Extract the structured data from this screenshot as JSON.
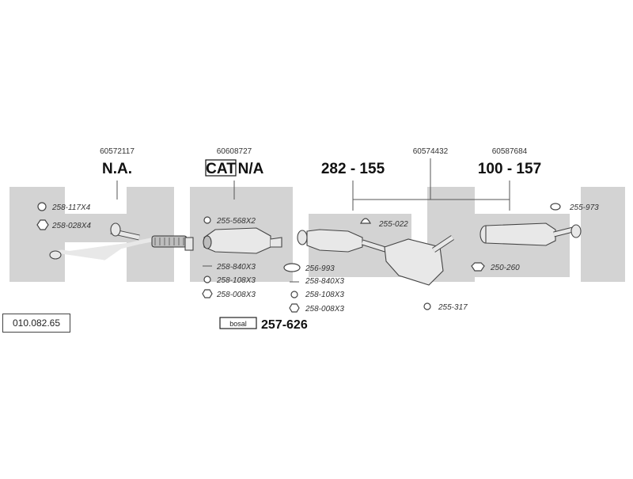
{
  "diagram": {
    "reference_code": "010.082.65",
    "columns": [
      {
        "oem": "60572117",
        "label": "N.A.",
        "label_prefix": ""
      },
      {
        "oem": "60608727",
        "label": "N/A",
        "label_prefix": "CAT"
      },
      {
        "oem": "60574432",
        "label_left": "282 - 155",
        "label_right": "100 - 157",
        "oem_right": "60587684"
      }
    ],
    "front_pipe_parts": [
      "258-117X4",
      "258-028X4"
    ],
    "cat_parts": [
      "255-568X2",
      "258-840X3",
      "258-108X3",
      "258-008X3"
    ],
    "middle_parts": [
      "255-022",
      "256-993",
      "258-840X3",
      "258-108X3",
      "258-008X3",
      "255-317"
    ],
    "rear_parts": [
      "255-973",
      "250-260"
    ],
    "kit": {
      "brand": "bosal",
      "number": "257-626"
    }
  },
  "colors": {
    "band": "#d3d3d3",
    "ink": "#222222"
  }
}
